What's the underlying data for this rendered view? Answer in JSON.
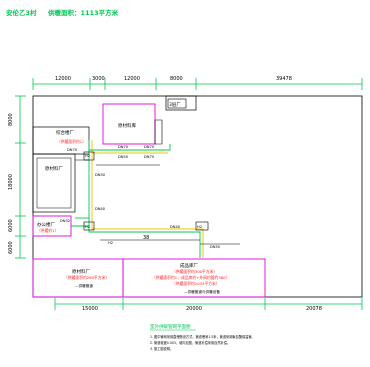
{
  "header": {
    "left_title": "安伦乙3村",
    "area_text": "供暖面积：1113平方米"
  },
  "dimensions": {
    "top": [
      "12000",
      "3000",
      "12000",
      "8000",
      "39478"
    ],
    "bottom": [
      "15000",
      "20000",
      "20078"
    ],
    "left": [
      "8000",
      "18000",
      "6000",
      "6000"
    ],
    "inner": "38"
  },
  "rooms": {
    "upper_right_box": "3层厂",
    "magenta_upper": "原材料库",
    "left_upper": "综合楼厂",
    "left_middle": "原材料厂",
    "left_lower": "办公楼厂",
    "bottom_left": "原材料厂",
    "bottom_mid": "成品库厂"
  },
  "labels": {
    "red_left_upper": "（供暖面积约1）",
    "red_left_lower": "（供暖约1）",
    "red_bottom_left": "（供暖面积约280平方米）",
    "red_bottom_mid_1": "（供暖面积约300平方米）",
    "red_bottom_mid_2": "（供暖面积约1：成品库约+外网约管约380）",
    "red_bottom_mid_3": "（供暖面积约1033平方米）",
    "note_bottom_left": "—供暖管道",
    "note_bottom_mid": "—供暖管道与供暖设备",
    "dn_labels": [
      "DN70",
      "DN70",
      "DN70",
      "DN50",
      "DN70",
      "DN50",
      "DN40",
      "DN32",
      "DN40",
      "DN50"
    ],
    "h_labels": [
      "H2",
      "H2",
      "H2",
      "H2"
    ]
  },
  "legend": {
    "title": "室外供暖管网平面图",
    "note1": "1. 图中管网采用直埋敷设方式，管道埋深1.5米，管道采用聚氨酯保温管。",
    "note2": "2. 管道坡度0.003，坡向见图，管道补偿采用自然补偿。",
    "note3": "3. 施工图说明。"
  },
  "colors": {
    "green": "#00c853",
    "magenta": "#e000e0",
    "red": "#ff1a1a",
    "yellow": "#e6c800",
    "black": "#000000"
  }
}
